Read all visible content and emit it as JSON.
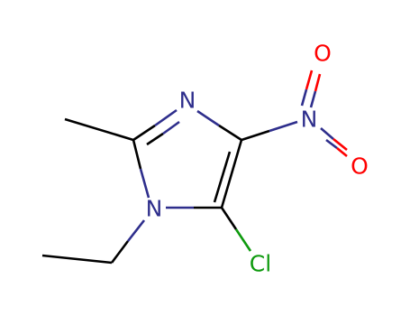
{
  "molecule": {
    "colors": {
      "carbon": "#000000",
      "nitrogen": "#2e2e8c",
      "oxygen": "#ff0000",
      "chlorine": "#0e9a0e"
    },
    "atoms": {
      "n_ring": {
        "symbol": "N",
        "element": "nitrogen"
      },
      "n1": {
        "symbol": "N",
        "element": "nitrogen"
      },
      "n_nitro": {
        "symbol": "N",
        "element": "nitrogen"
      },
      "o_top": {
        "symbol": "O",
        "element": "oxygen"
      },
      "o_right": {
        "symbol": "O",
        "element": "oxygen"
      },
      "cl": {
        "symbol": "Cl",
        "element": "chlorine"
      }
    }
  }
}
